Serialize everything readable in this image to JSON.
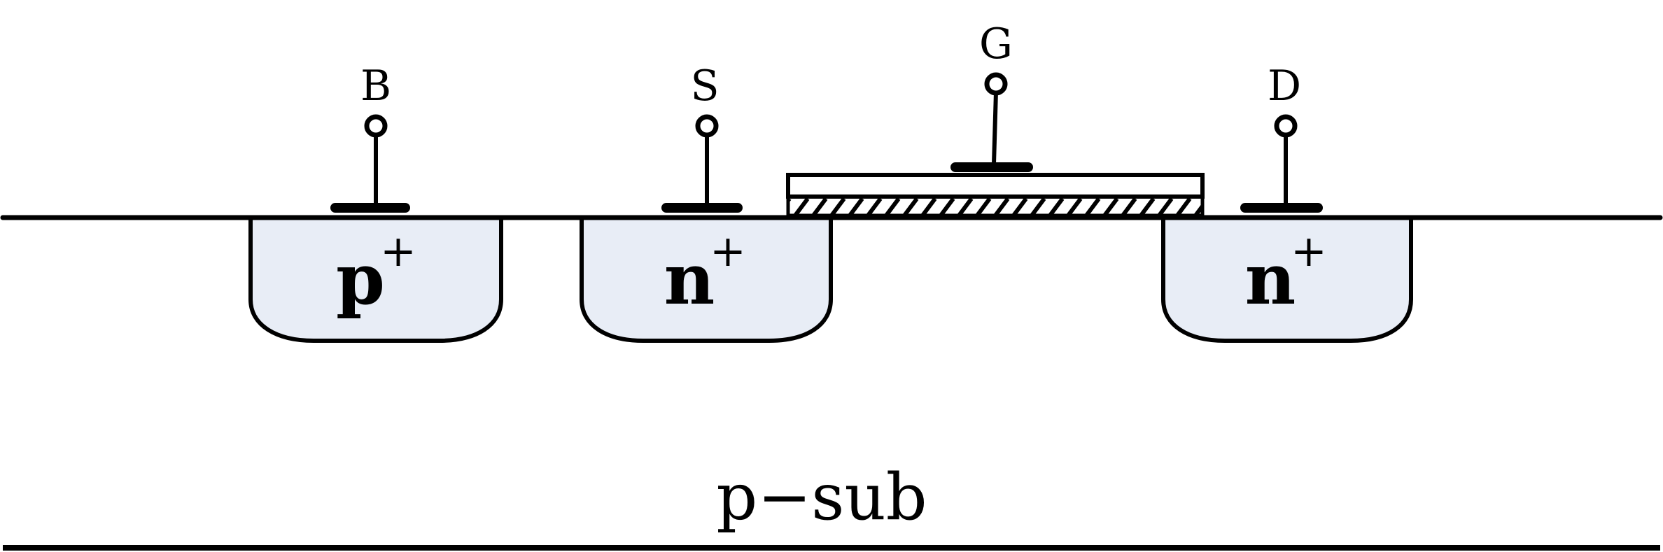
{
  "diagram": {
    "terminals": {
      "body": "B",
      "source": "S",
      "gate": "G",
      "drain": "D"
    },
    "wells": {
      "body": {
        "type": "p",
        "sup": "+"
      },
      "source": {
        "type": "n",
        "sup": "+"
      },
      "drain": {
        "type": "n",
        "sup": "+"
      }
    },
    "substrate": "p−sub",
    "colors": {
      "line": "#000000",
      "well_fill": "#e8edf6",
      "background": "#ffffff"
    }
  }
}
